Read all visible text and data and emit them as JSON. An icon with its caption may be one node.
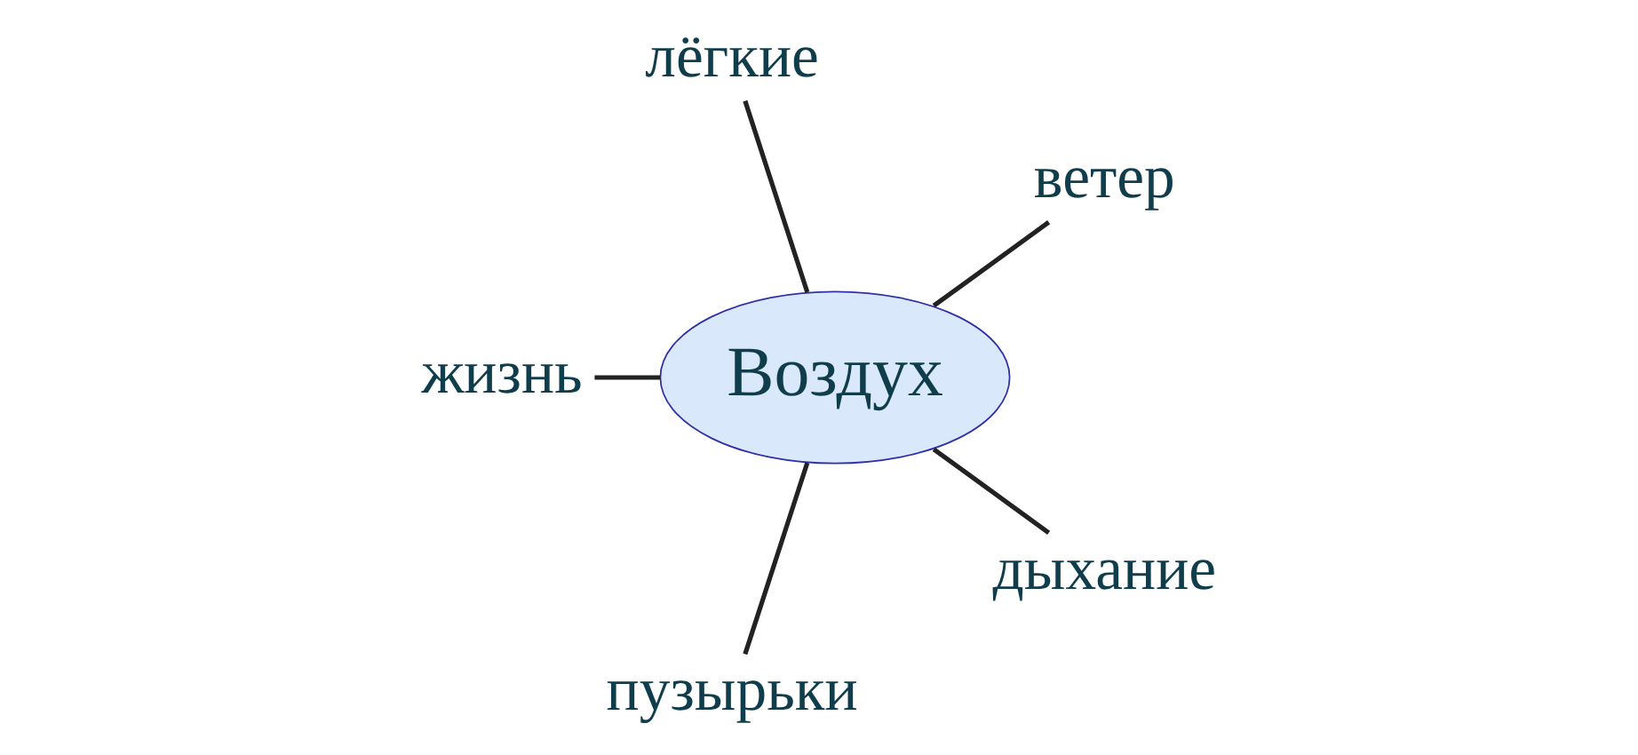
{
  "diagram": {
    "nodes": [
      {
        "text": [
          "Воздух"
        ]
      },
      {
        "text": [
          "лёгкие"
        ]
      },
      {
        "text": [
          "жизнь"
        ]
      },
      {
        "text": [
          "ветер"
        ]
      },
      {
        "text": [
          "пузырьки"
        ]
      },
      {
        "text": [
          "дыхание"
        ]
      }
    ],
    "edges": [
      {
        "from": 0,
        "to": 1,
        "arrow": "none"
      },
      {
        "from": 0,
        "to": 3,
        "arrow": "none"
      },
      {
        "from": 0,
        "to": 5,
        "arrow": "none"
      },
      {
        "from": 0,
        "to": 4,
        "arrow": "none"
      },
      {
        "from": 0,
        "to": 2,
        "arrow": "none"
      }
    ]
  }
}
